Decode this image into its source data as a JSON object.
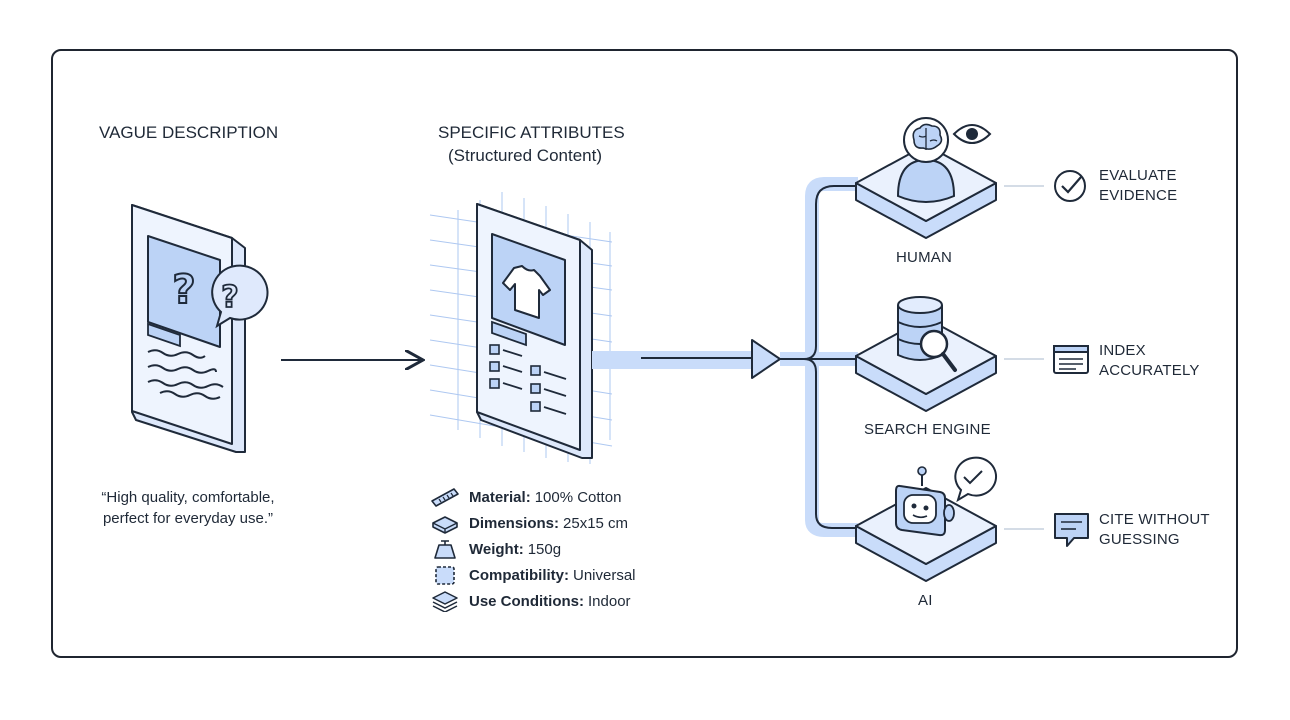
{
  "left": {
    "heading": "VAGUE DESCRIPTION",
    "quote_line1": "“High quality, comfortable,",
    "quote_line2": "perfect for everyday use.”"
  },
  "middle": {
    "heading_line1": "SPECIFIC ATTRIBUTES",
    "heading_line2": "(Structured Content)",
    "attributes": [
      {
        "key": "Material:",
        "value": "100% Cotton",
        "icon": "ruler-icon"
      },
      {
        "key": "Dimensions:",
        "value": "25x15 cm",
        "icon": "box-icon"
      },
      {
        "key": "Weight:",
        "value": "150g",
        "icon": "weight-icon"
      },
      {
        "key": "Compatibility:",
        "value": "Universal",
        "icon": "puzzle-icon"
      },
      {
        "key": "Use Conditions:",
        "value": "Indoor",
        "icon": "layers-icon"
      }
    ]
  },
  "targets": [
    {
      "label": "HUMAN",
      "outcome_line1": "EVALUATE",
      "outcome_line2": "EVIDENCE",
      "icon": "brain-eye-icon",
      "outcome_icon": "check-circle-icon"
    },
    {
      "label": "SEARCH ENGINE",
      "outcome_line1": "INDEX",
      "outcome_line2": "ACCURATELY",
      "icon": "database-search-icon",
      "outcome_icon": "window-icon"
    },
    {
      "label": "AI",
      "outcome_line1": "CITE WITHOUT",
      "outcome_line2": "GUESSING",
      "icon": "robot-icon",
      "outcome_icon": "chat-icon"
    }
  ],
  "colors": {
    "accent": "#c9dcfa",
    "accent_light": "#e4eefd",
    "outline": "#1f2a3a"
  }
}
